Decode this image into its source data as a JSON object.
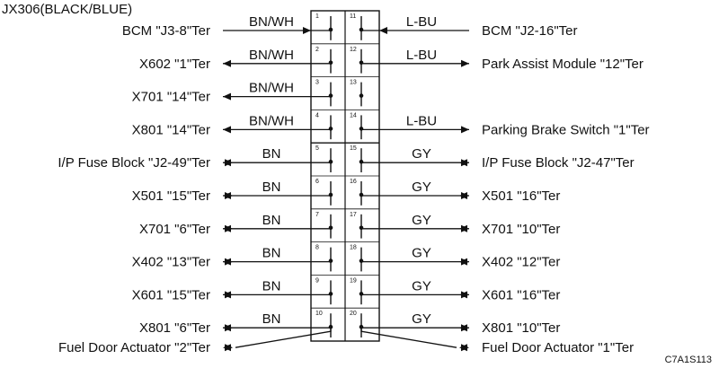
{
  "connector": {
    "title": "JX306(BLACK/BLUE)"
  },
  "figure_code": "C7A1S113",
  "left_pins": [
    {
      "pin": "1",
      "wire": "BN/WH",
      "label": "BCM \"J3-8\"Ter",
      "arrow": "in"
    },
    {
      "pin": "2",
      "wire": "BN/WH",
      "label": "X602 \"1\"Ter",
      "arrow": "out"
    },
    {
      "pin": "3",
      "wire": "BN/WH",
      "label": "X701 \"14\"Ter",
      "arrow": "out"
    },
    {
      "pin": "4",
      "wire": "BN/WH",
      "label": "X801 \"14\"Ter",
      "arrow": "out"
    },
    {
      "pin": "5",
      "wire": "BN",
      "label": "I/P Fuse Block \"J2-49\"Ter",
      "arrow": "conn"
    },
    {
      "pin": "6",
      "wire": "BN",
      "label": "X501 \"15\"Ter",
      "arrow": "conn"
    },
    {
      "pin": "7",
      "wire": "BN",
      "label": "X701 \"6\"Ter",
      "arrow": "conn"
    },
    {
      "pin": "8",
      "wire": "BN",
      "label": "X402 \"13\"Ter",
      "arrow": "conn"
    },
    {
      "pin": "9",
      "wire": "BN",
      "label": "X601 \"15\"Ter",
      "arrow": "conn"
    },
    {
      "pin": "10",
      "wire": "BN",
      "label": "X801 \"6\"Ter",
      "arrow": "conn",
      "extra": "Fuel Door Actuator \"2\"Ter"
    }
  ],
  "right_pins": [
    {
      "pin": "11",
      "wire": "L-BU",
      "label": "BCM \"J2-16\"Ter",
      "arrow": "in"
    },
    {
      "pin": "12",
      "wire": "L-BU",
      "label": "Park Assist Module \"12\"Ter",
      "arrow": "out"
    },
    {
      "pin": "13",
      "wire": "",
      "label": "",
      "arrow": "none"
    },
    {
      "pin": "14",
      "wire": "L-BU",
      "label": "Parking Brake Switch \"1\"Ter",
      "arrow": "out"
    },
    {
      "pin": "15",
      "wire": "GY",
      "label": "I/P Fuse Block \"J2-47\"Ter",
      "arrow": "conn"
    },
    {
      "pin": "16",
      "wire": "GY",
      "label": "X501 \"16\"Ter",
      "arrow": "conn"
    },
    {
      "pin": "17",
      "wire": "GY",
      "label": "X701 \"10\"Ter",
      "arrow": "conn"
    },
    {
      "pin": "18",
      "wire": "GY",
      "label": "X402 \"12\"Ter",
      "arrow": "conn"
    },
    {
      "pin": "19",
      "wire": "GY",
      "label": "X601 \"16\"Ter",
      "arrow": "conn"
    },
    {
      "pin": "20",
      "wire": "GY",
      "label": "X801 \"10\"Ter",
      "arrow": "conn",
      "extra": "Fuel Door Actuator \"1\"Ter"
    }
  ]
}
